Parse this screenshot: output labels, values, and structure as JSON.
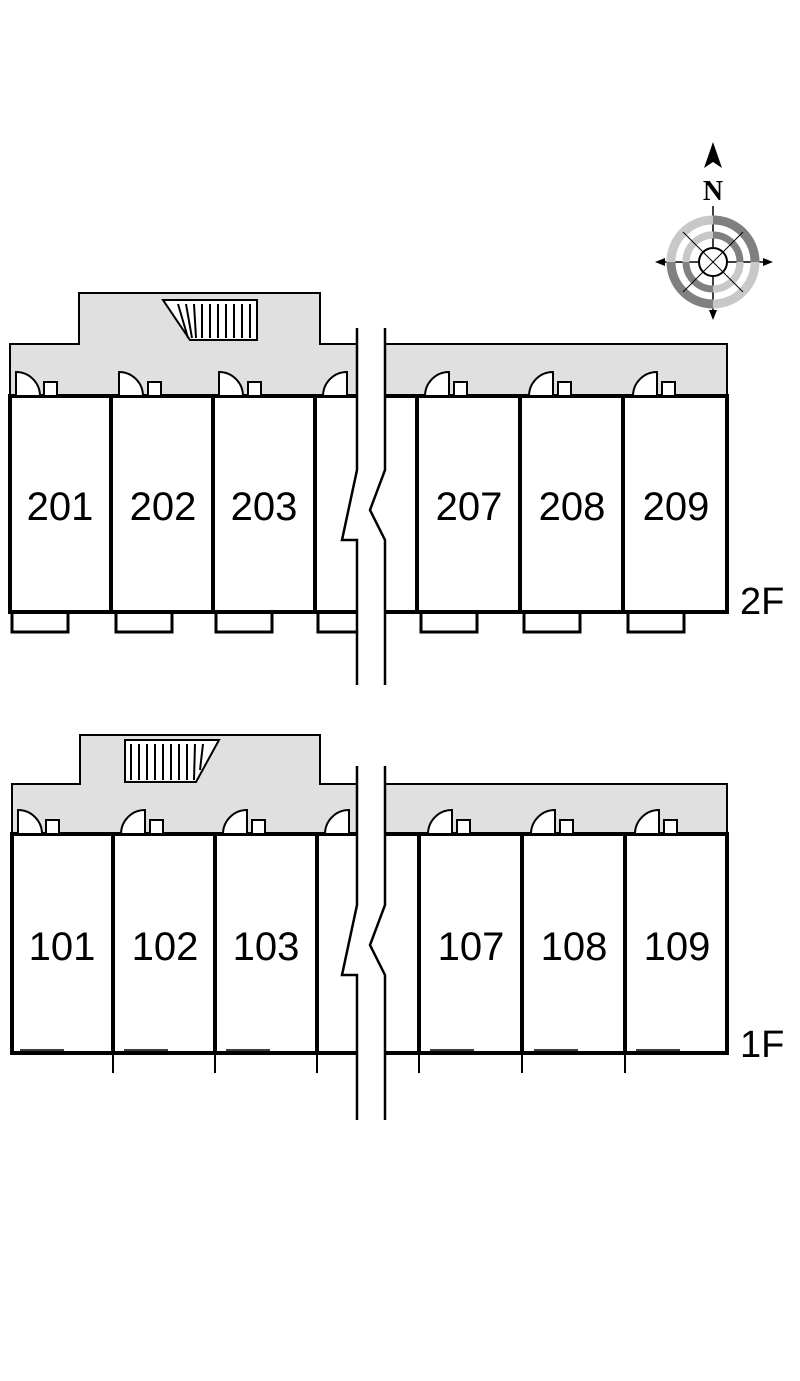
{
  "floors": [
    {
      "label": "2F",
      "units_left": [
        "201",
        "202",
        "203"
      ],
      "units_right": [
        "207",
        "208",
        "209"
      ]
    },
    {
      "label": "1F",
      "units_left": [
        "101",
        "102",
        "103"
      ],
      "units_right": [
        "107",
        "108",
        "109"
      ]
    }
  ],
  "compass": {
    "label": "N",
    "icon": "north-arrow-compass-icon",
    "colors": {
      "ring": "#808080",
      "ring_light": "#c8c8c8"
    }
  },
  "colors": {
    "corridor": "#e0e0e0",
    "lines": "#000000",
    "background": "#ffffff"
  }
}
